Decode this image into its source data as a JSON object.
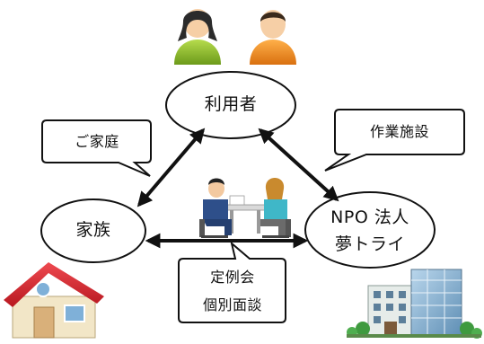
{
  "nodes": {
    "user": "利用者",
    "family": "家族",
    "npo_line1": "NPO 法人",
    "npo_line2": "夢トライ"
  },
  "callouts": {
    "home": "ご家庭",
    "facility": "作業施設",
    "meeting_line1": "定例会",
    "meeting_line2": "個別面談"
  },
  "icons": {
    "person_left": "woman-icon",
    "person_right": "man-icon",
    "meeting": "meeting-people-icon",
    "house": "house-icon",
    "building": "office-building-icon"
  },
  "colors": {
    "arrow": "#111111",
    "person_left_shirt": "#8dbb2a",
    "person_right_shirt": "#f08a1c",
    "roof": "#d9232b",
    "building_glass": "#7aa6c8"
  }
}
